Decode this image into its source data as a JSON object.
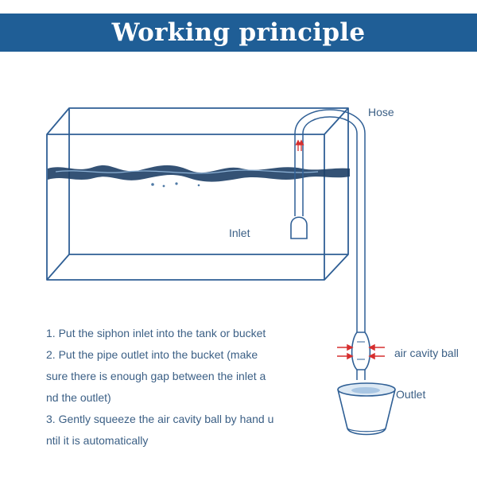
{
  "header": {
    "title": "Working principle"
  },
  "labels": {
    "hose": "Hose",
    "inlet": "Inlet",
    "air_cavity_ball": "air cavity ball",
    "outlet": "Outlet"
  },
  "instructions": [
    "1. Put the siphon inlet into the tank or bucket",
    "2. Put the pipe outlet into the bucket (make",
    "sure there is enough gap between the inlet a",
    "nd the outlet)",
    "3. Gently squeeze the air cavity ball by hand u",
    "ntil it is automatically"
  ],
  "colors": {
    "banner": "#1f5e96",
    "outline": "#2f5f95",
    "water": "#1e3f66",
    "arrow": "#d62f2f",
    "text": "#3b5f85"
  }
}
